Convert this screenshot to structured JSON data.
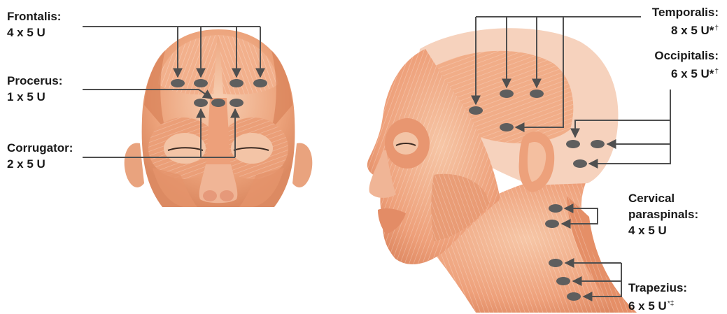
{
  "labels": {
    "frontalis": {
      "name": "Frontalis:",
      "dose": "4 x 5 U",
      "mark": ""
    },
    "procerus": {
      "name": "Procerus:",
      "dose": "1 x 5 U",
      "mark": ""
    },
    "corrugator": {
      "name": "Corrugator:",
      "dose": "2 x 5 U",
      "mark": ""
    },
    "temporalis": {
      "name": "Temporalis:",
      "dose": "8 x 5 U*",
      "mark": "†"
    },
    "occipitalis": {
      "name": "Occipitalis:",
      "dose": "6 x 5 U*",
      "mark": "†"
    },
    "cervical": {
      "name1": "Cervical",
      "name2": "paraspinals:",
      "dose": "4 x 5 U"
    },
    "trapezius": {
      "name": "Trapezius:",
      "dose": "6 x 5 U",
      "mark": "*‡"
    }
  },
  "colors": {
    "muscle_light": "#f6dccb",
    "muscle_mid": "#eea882",
    "muscle_dark": "#d9805a",
    "marker": "#5e5e5e",
    "leader_line": "#4f4f4f",
    "text": "#1a1a1a"
  }
}
